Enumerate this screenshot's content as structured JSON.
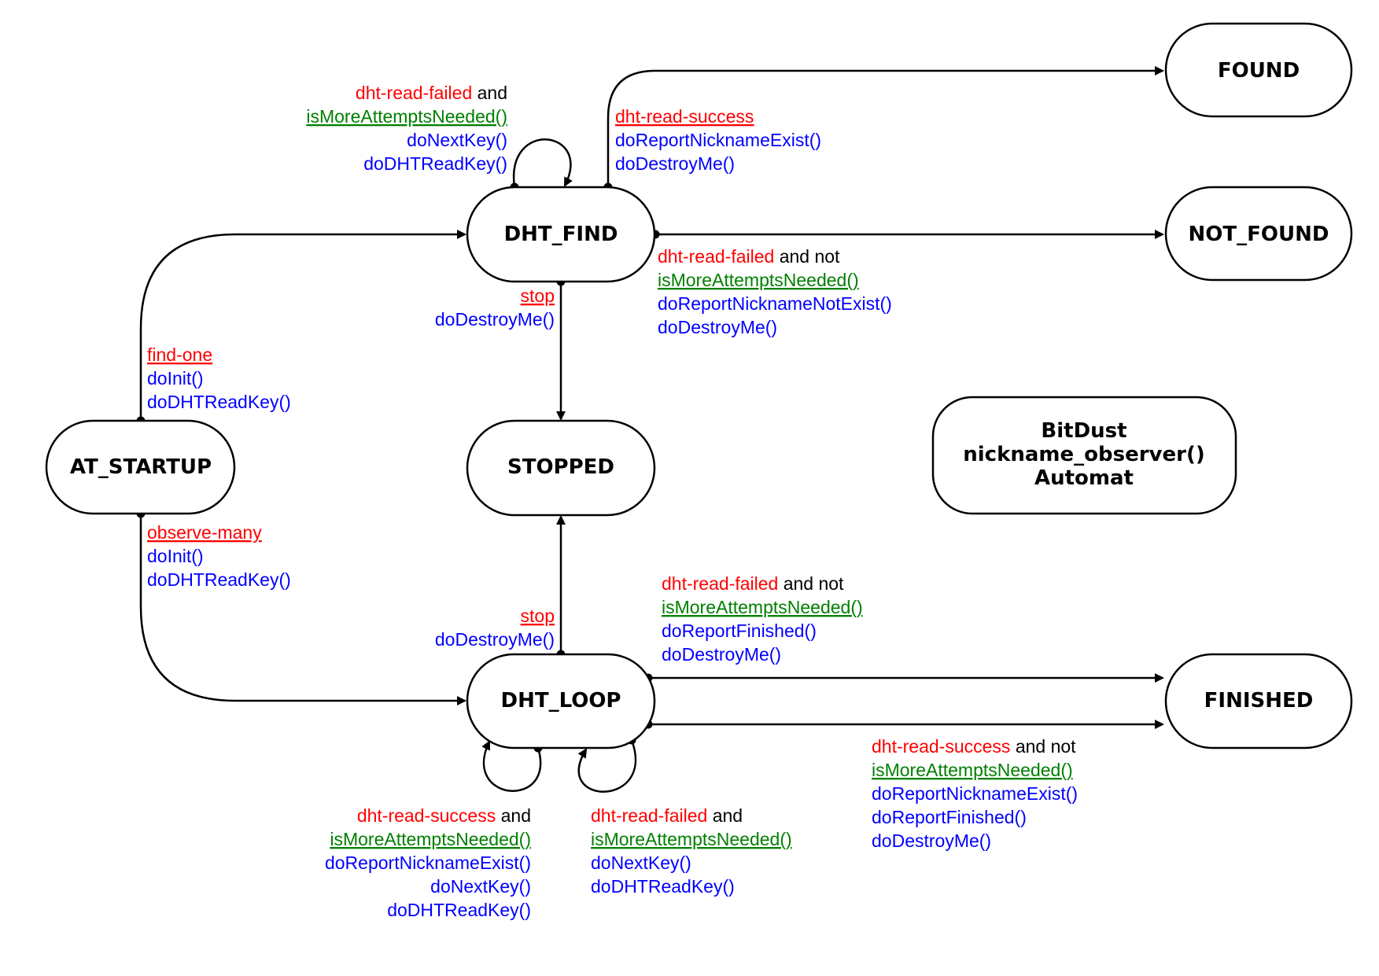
{
  "states": {
    "found": "FOUND",
    "not_found": "NOT_FOUND",
    "dht_find": "DHT_FIND",
    "at_startup": "AT_STARTUP",
    "stopped": "STOPPED",
    "dht_loop": "DHT_LOOP",
    "finished": "FINISHED"
  },
  "info_box": {
    "line1": "BitDust",
    "line2": "nickname_observer()",
    "line3": "Automat"
  },
  "keywords": {
    "and": "and",
    "and_not": "and not"
  },
  "events": {
    "dht_read_failed": "dht-read-failed",
    "dht_read_success": "dht-read-success",
    "find_one": "find-one",
    "observe_many": "observe-many",
    "stop": "stop"
  },
  "conditions": {
    "is_more_attempts_needed": "isMoreAttemptsNeeded()"
  },
  "actions": {
    "do_next_key": "doNextKey()",
    "do_dht_read_key": "doDHTReadKey()",
    "do_report_nickname_exist": "doReportNicknameExist()",
    "do_report_nickname_not_exist": "doReportNicknameNotExist()",
    "do_destroy_me": "doDestroyMe()",
    "do_init": "doInit()",
    "do_report_finished": "doReportFinished()"
  },
  "colors": {
    "event": "#ff0000",
    "condition": "#008000",
    "action": "#0000ff",
    "keyword": "#000000"
  }
}
